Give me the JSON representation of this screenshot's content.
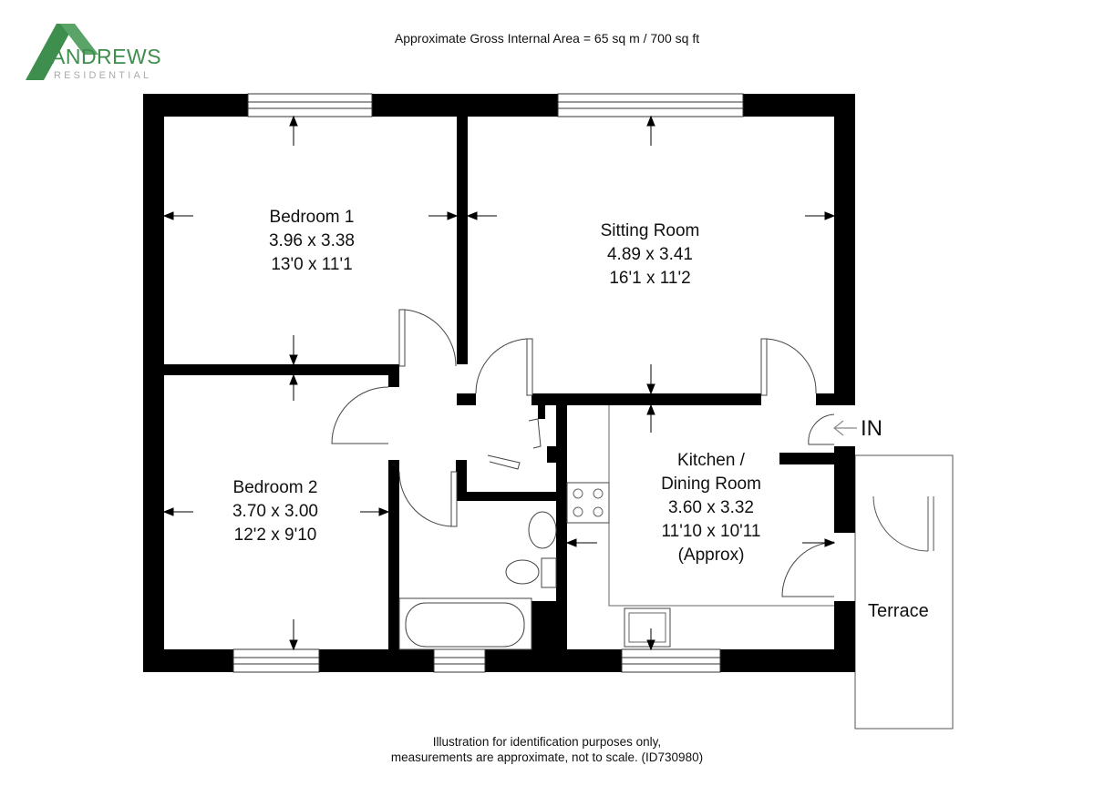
{
  "header": {
    "title": "Approximate Gross Internal Area = 65 sq m / 700 sq ft"
  },
  "logo": {
    "name": "ANDREWS",
    "sub": "RESIDENTIAL",
    "color": "#3e8e4d"
  },
  "rooms": [
    {
      "name": "Bedroom 1",
      "metric": "3.96 x 3.38",
      "imperial": "13'0 x 11'1"
    },
    {
      "name": "Sitting Room",
      "metric": "4.89 x 3.41",
      "imperial": "16'1 x 11'2"
    },
    {
      "name": "Bedroom 2",
      "metric": "3.70 x 3.00",
      "imperial": "12'2 x 9'10"
    },
    {
      "name": "Kitchen /",
      "name2": "Dining Room",
      "metric": "3.60 x 3.32",
      "imperial": "11'10 x 10'11",
      "note": "(Approx)"
    }
  ],
  "labels": {
    "entrance": "IN",
    "terrace": "Terrace"
  },
  "footer": {
    "line1": "Illustration for identification purposes only,",
    "line2": "measurements are approximate, not to scale. (ID730980)"
  }
}
